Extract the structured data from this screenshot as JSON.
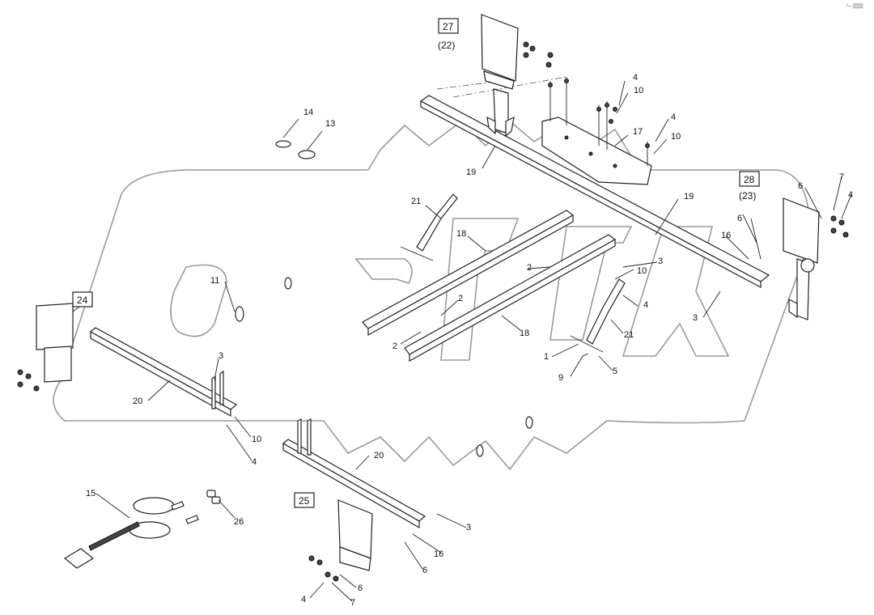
{
  "diagram": {
    "watermark_text": "OPEX",
    "corner_mark": "¹─ ▒▒▒",
    "item_labels": [
      "14",
      "13",
      "4",
      "10",
      "4",
      "10",
      "17",
      "19",
      "21",
      "18",
      "19",
      "6",
      "6",
      "16",
      "2",
      "3",
      "10",
      "3",
      "11",
      "24",
      "2",
      "2",
      "18",
      "1",
      "21",
      "9",
      "5",
      "4",
      "3",
      "20",
      "10",
      "4",
      "20",
      "15",
      "26",
      "25",
      "3",
      "16",
      "6",
      "4",
      "6",
      "7",
      "7",
      "4"
    ],
    "boxed_labels": [
      "27",
      "28",
      "24",
      "25"
    ],
    "paren_labels": [
      "(22)",
      "(23)"
    ]
  }
}
